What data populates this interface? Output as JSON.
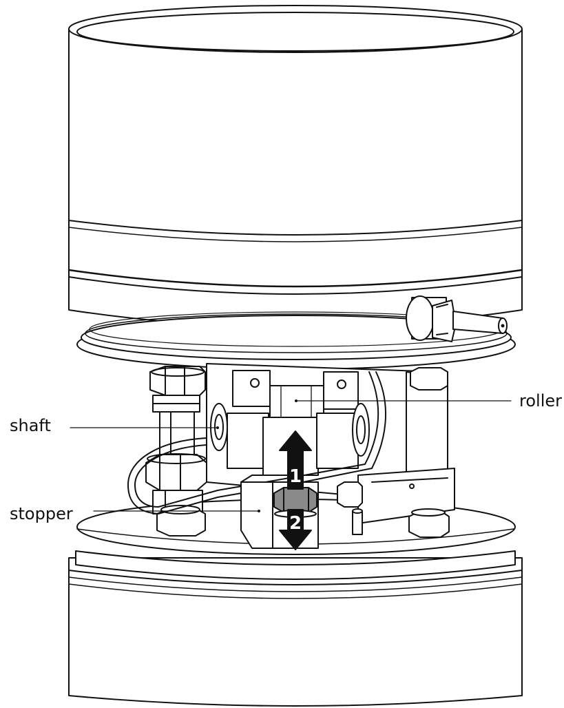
{
  "labels": {
    "shaft": "shaft",
    "roller": "roller",
    "stopper": "stopper"
  },
  "arrows": {
    "up_number": "1",
    "down_number": "2"
  },
  "colors": {
    "line": "#111111",
    "fill": "#ffffff",
    "nut": "#8a8a8a",
    "arrow": "#111111"
  }
}
